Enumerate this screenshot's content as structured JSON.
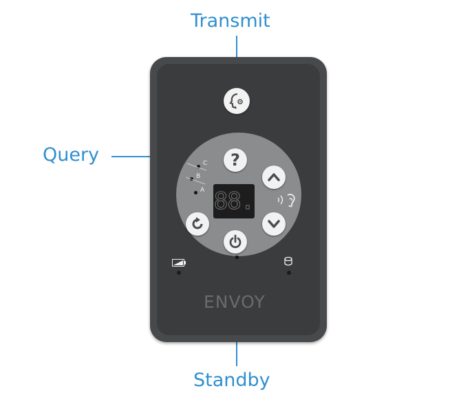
{
  "callouts": {
    "transmit": "Transmit",
    "query": "Query",
    "standby": "Standby"
  },
  "device": {
    "brand": "ENVOY",
    "display_value": "88.",
    "channels": [
      "C",
      "B",
      "A"
    ],
    "buttons": {
      "query_glyph": "?"
    },
    "icons": [
      "transmit-icon",
      "query-icon",
      "up-arrow-icon",
      "down-arrow-icon",
      "reset-icon",
      "power-icon",
      "listen-icon",
      "battery-icon",
      "charge-icon"
    ]
  },
  "colors": {
    "accent": "#2f8fcf",
    "device_body": "#48494b",
    "control_disk": "#8b8c8e",
    "button": "#f2f2f2"
  }
}
